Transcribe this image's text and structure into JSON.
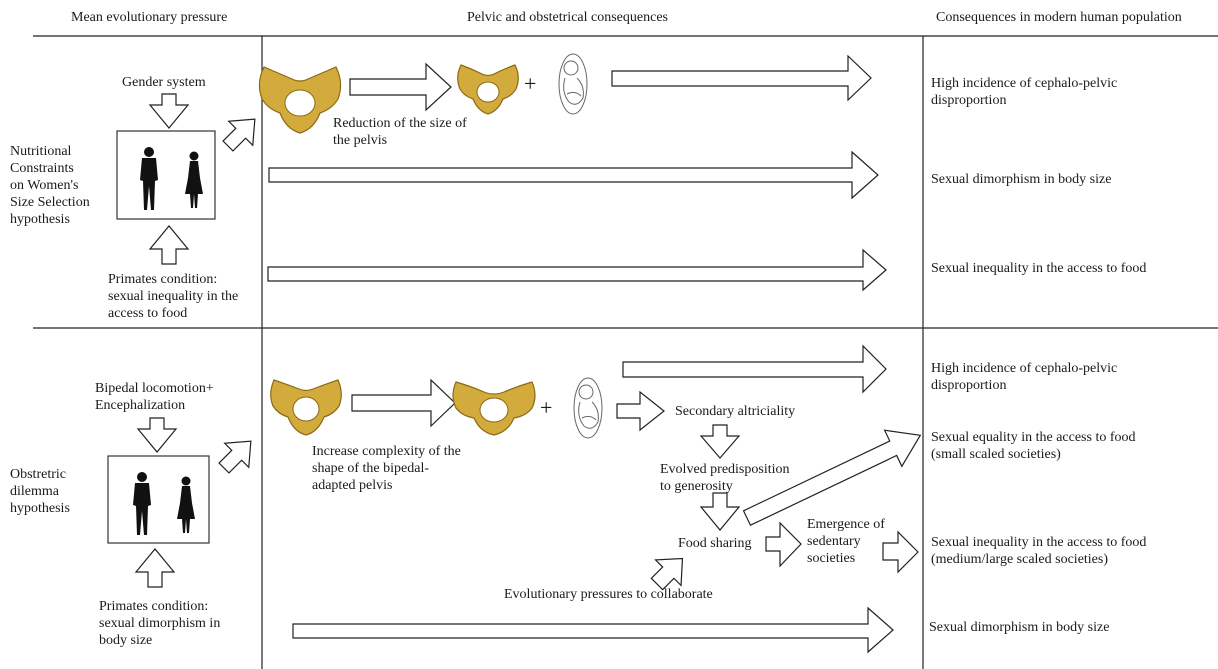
{
  "headers": {
    "col1": "Mean evolutionary pressure",
    "col2": "Pelvic and obstetrical consequences",
    "col3": "Consequences in modern human population"
  },
  "nutritional": {
    "hypothesis": [
      "Nutritional",
      "Constraints",
      "on Women's",
      "Size Selection",
      "hypothesis"
    ],
    "top_pressure": "Gender system",
    "bottom_pressure": [
      "Primates condition:",
      "sexual inequality in the",
      "access to food"
    ],
    "pelvis_caption": [
      "Reduction of the size of",
      "the pelvis"
    ],
    "plus": "+",
    "consequences": {
      "c1": [
        "High incidence of cephalo-pelvic",
        "disproportion"
      ],
      "c2": "Sexual dimorphism in body size",
      "c3": "Sexual inequality in the access to food"
    }
  },
  "obstetric": {
    "hypothesis": [
      "Obstretric",
      "dilemma",
      "hypothesis"
    ],
    "top_pressure": [
      "Bipedal locomotion+",
      "Encephalization"
    ],
    "bottom_pressure": [
      "Primates condition:",
      "sexual dimorphism in",
      "body size"
    ],
    "pelvis_caption": [
      "Increase complexity of the",
      "shape of the bipedal-",
      "adapted pelvis"
    ],
    "plus": "+",
    "secondary_altriciality": "Secondary altriciality",
    "predisposition": [
      "Evolved predisposition",
      "to generosity"
    ],
    "food_sharing": "Food sharing",
    "sedentary": [
      "Emergence of",
      "sedentary",
      "societies"
    ],
    "collaborate": "Evolutionary pressures to collaborate",
    "consequences": {
      "c1": [
        "High incidence of cephalo-pelvic",
        "disproportion"
      ],
      "c2": [
        "Sexual equality in the access to food",
        "(small scaled societies)"
      ],
      "c3": [
        "Sexual inequality in the access to food",
        "(medium/large scaled societies)"
      ],
      "c4": "Sexual dimorphism in body size"
    }
  }
}
